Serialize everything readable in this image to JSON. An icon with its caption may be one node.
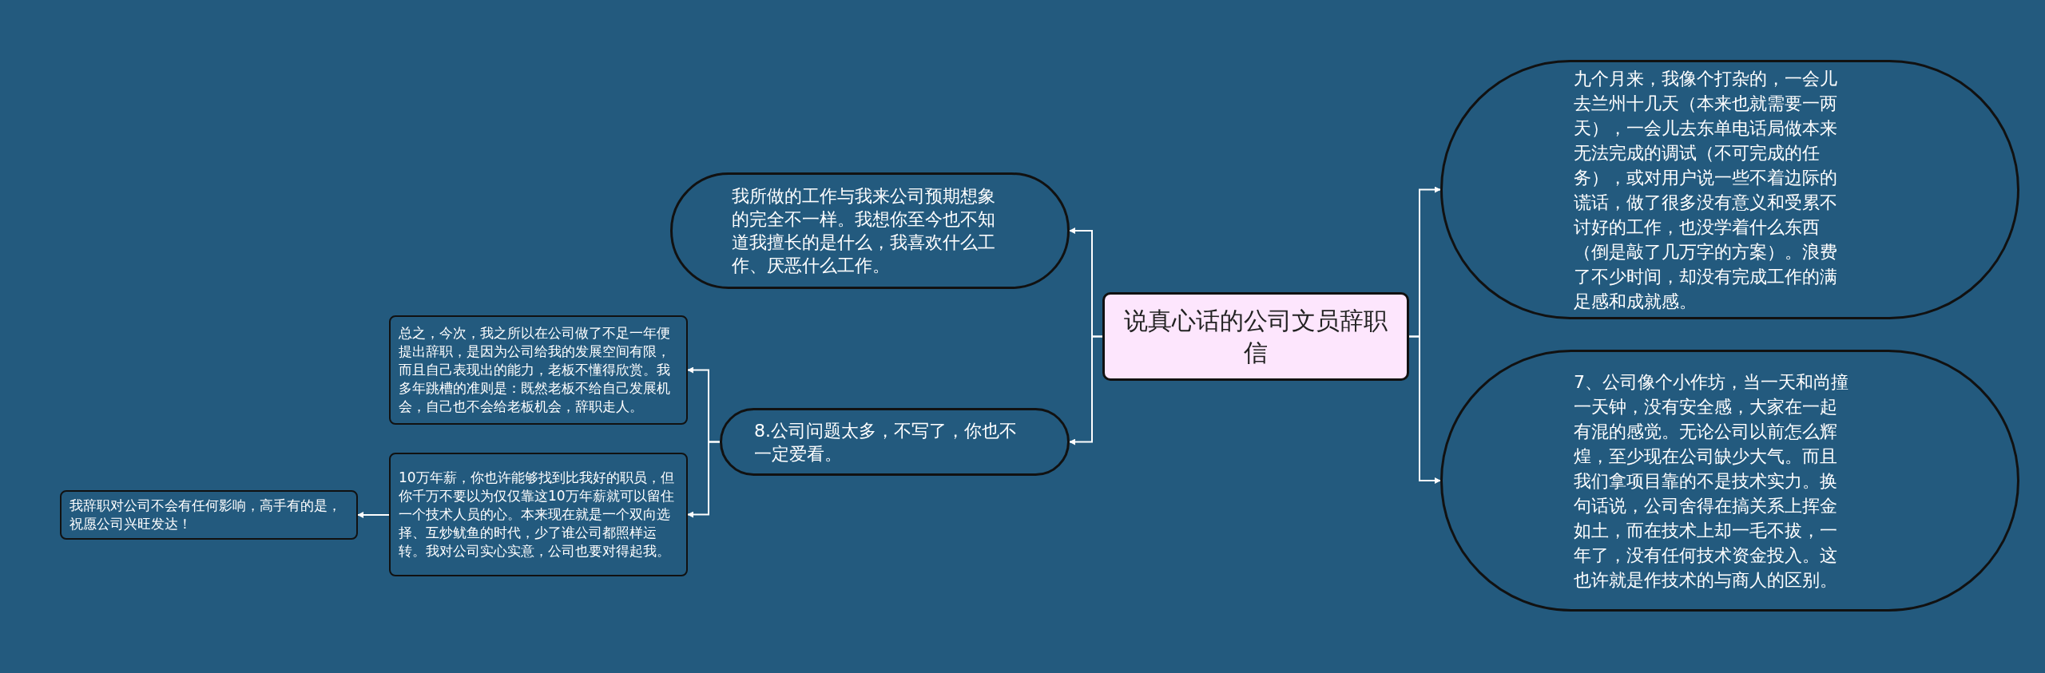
{
  "diagram": {
    "nodes": [
      {
        "text": [
          "说真心话的公司文员辞职信"
        ]
      },
      {
        "text": [
          "九个月来，我像个打杂的，一会儿去兰州十几天（本来也就需要一两天），一会儿去东单电话局做本来无法完成的调试（不可完成的任务），或对用户说一些不着边际的谎话，做了很多没有意义和受累不讨好的工作，也没学着什么东西（倒是敲了几万字的方案）。浪费了不少时间，却没有完成工作的满足感和成就感。"
        ]
      },
      {
        "text": [
          "7、公司像个小作坊，当一天和尚撞一天钟，没有安全感，大家在一起有混的感觉。无论公司以前怎么辉煌，至少现在公司缺少大气。而且我们拿项目靠的不是技术实力。换句话说，公司舍得在搞关系上挥金如土，而在技术上却一毛不拔，一年了，没有任何技术资金投入。这也许就是作技术的与商人的区别。"
        ]
      },
      {
        "text": [
          "我所做的工作与我来公司预期想象的完全不一样。我想你至今也不知道我擅长的是什么，我喜欢什么工作、厌恶什么工作。"
        ]
      },
      {
        "text": [
          "8.公司问题太多，不写了，你也不一定爱看。"
        ]
      },
      {
        "text": [
          "总之，今次，我之所以在公司做了不足一年便提出辞职，是因为公司给我的发展空间有限，而且自己表现出的能力，老板不懂得欣赏。我多年跳槽的准则是：既然老板不给自己发展机会，自己也不会给老板机会，辞职走人。"
        ]
      },
      {
        "text": [
          "10万年薪，你也许能够找到比我好的职员，但你千万不要以为仅仅靠这10万年薪就可以留住一个技术人员的心。本来现在就是一个双向选择、互炒鱿鱼的时代，少了谁公司都照样运转。我对公司实心实意，公司也要对得起我。"
        ]
      },
      {
        "text": [
          "我辞职对公司不会有任何影响，高手有的是，祝愿公司兴旺发达！"
        ]
      }
    ],
    "edges": [
      {
        "from": 0,
        "to": 1,
        "arrow": "to"
      },
      {
        "from": 0,
        "to": 2,
        "arrow": "to"
      },
      {
        "from": 0,
        "to": 3,
        "arrow": "to"
      },
      {
        "from": 0,
        "to": 4,
        "arrow": "to"
      },
      {
        "from": 4,
        "to": 5,
        "arrow": "to"
      },
      {
        "from": 4,
        "to": 6,
        "arrow": "to"
      },
      {
        "from": 6,
        "to": 7,
        "arrow": "to"
      }
    ]
  }
}
